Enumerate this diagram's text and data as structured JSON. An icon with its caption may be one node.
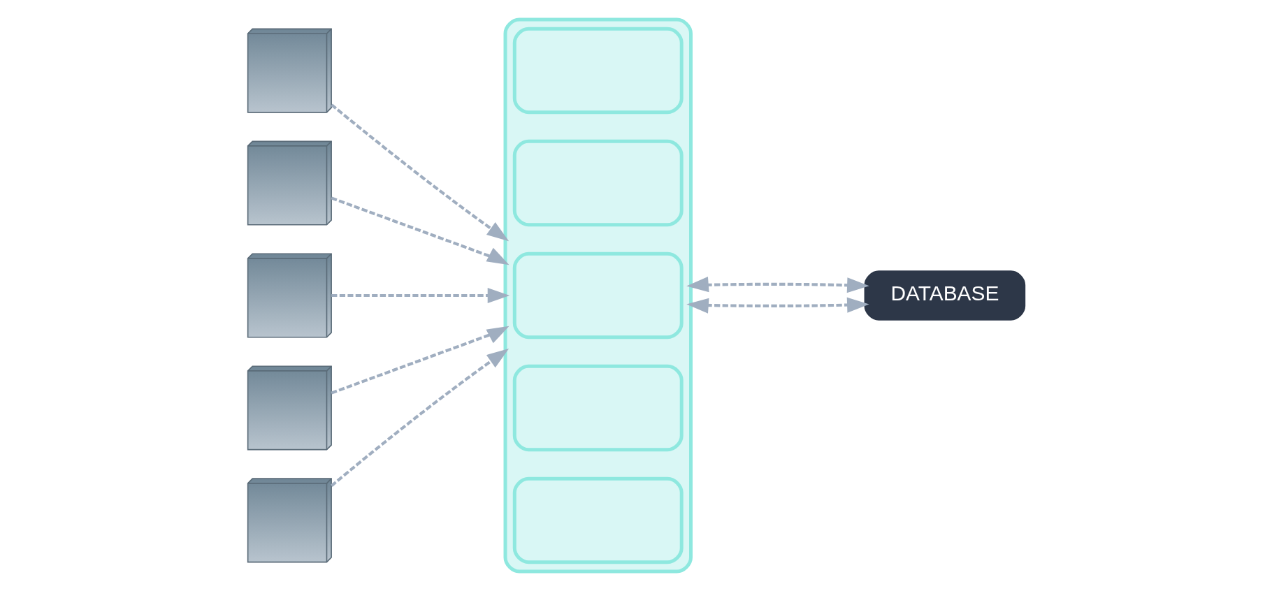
{
  "diagram": {
    "nodes": [
      {
        "text": [],
        "shape": "picture"
      },
      {
        "text": [],
        "shape": "picture"
      },
      {
        "text": [],
        "shape": "picture"
      },
      {
        "text": [],
        "shape": "picture"
      },
      {
        "text": [],
        "shape": "picture"
      },
      {
        "text": [],
        "shape": "box"
      },
      {
        "text": [],
        "shape": "box",
        "in": 5
      },
      {
        "text": [],
        "shape": "box",
        "in": 5
      },
      {
        "text": [],
        "shape": "box",
        "in": 5
      },
      {
        "text": [],
        "shape": "box",
        "in": 5
      },
      {
        "text": [],
        "shape": "box",
        "in": 5
      },
      {
        "text": [
          "DATABASE"
        ]
      }
    ],
    "edges": [
      {
        "from": 0,
        "to": 5,
        "arrow": "to",
        "style": "dashed"
      },
      {
        "from": 1,
        "to": 5,
        "arrow": "to",
        "style": "dashed"
      },
      {
        "from": 2,
        "to": 5,
        "arrow": "to",
        "style": "dashed"
      },
      {
        "from": 3,
        "to": 5,
        "arrow": "to",
        "style": "dashed"
      },
      {
        "from": 4,
        "to": 5,
        "arrow": "to",
        "style": "dashed"
      },
      {
        "from": 5,
        "to": 11,
        "arrow": "both",
        "style": "dashed"
      },
      {
        "from": 5,
        "to": 11,
        "arrow": "both",
        "style": "dashed"
      }
    ]
  }
}
